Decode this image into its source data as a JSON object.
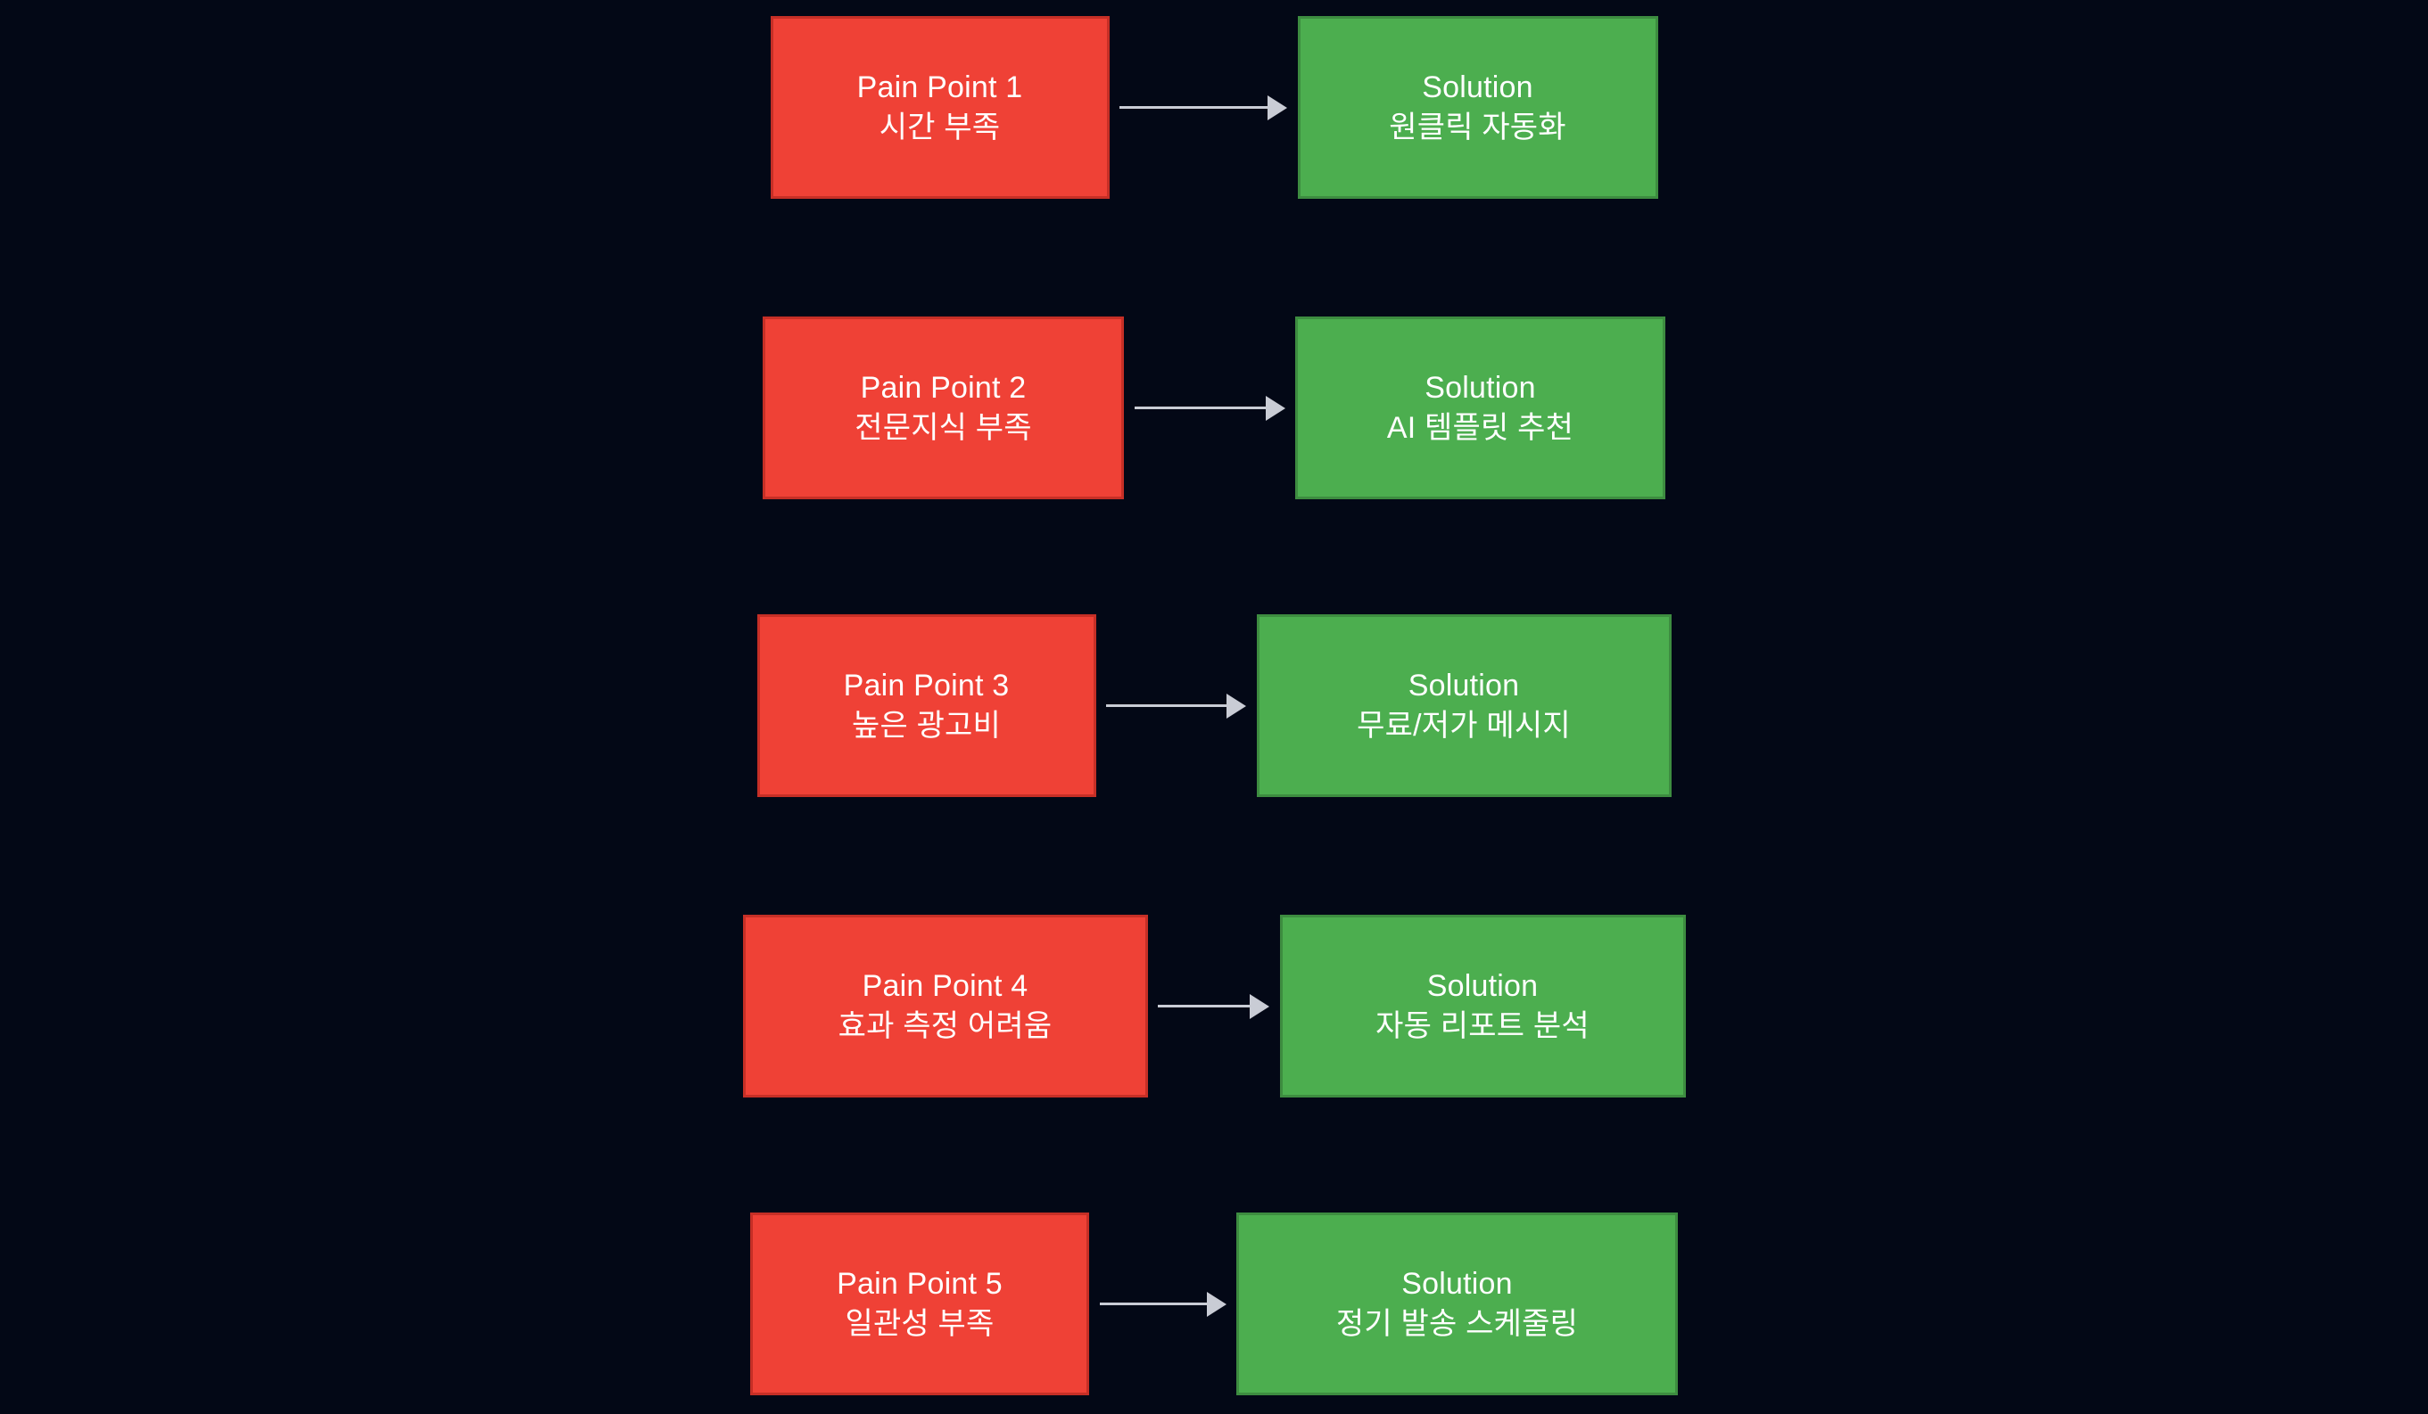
{
  "diagram": {
    "type": "flowchart",
    "direction": "left-to-right pairs, stacked vertically",
    "background_color": "#030816",
    "pain_color": "#ef4136",
    "pain_border_color": "#c62f26",
    "solution_color": "#4cae4f",
    "solution_border_color": "#3d8c40",
    "text_color": "#ffffff",
    "arrow_color": "#c9ccd5",
    "rows": [
      {
        "pain": {
          "title": "Pain Point 1",
          "detail": "시간 부족"
        },
        "arrow": "arrow-right-icon",
        "solution": {
          "title": "Solution",
          "detail": "원클릭 자동화"
        }
      },
      {
        "pain": {
          "title": "Pain Point 2",
          "detail": "전문지식 부족"
        },
        "arrow": "arrow-right-icon",
        "solution": {
          "title": "Solution",
          "detail": "AI 템플릿 추천"
        }
      },
      {
        "pain": {
          "title": "Pain Point 3",
          "detail": "높은 광고비"
        },
        "arrow": "arrow-right-icon",
        "solution": {
          "title": "Solution",
          "detail": "무료/저가 메시지"
        }
      },
      {
        "pain": {
          "title": "Pain Point 4",
          "detail": "효과 측정 어려움"
        },
        "arrow": "arrow-right-icon",
        "solution": {
          "title": "Solution",
          "detail": "자동 리포트 분석"
        }
      },
      {
        "pain": {
          "title": "Pain Point 5",
          "detail": "일관성 부족"
        },
        "arrow": "arrow-right-icon",
        "solution": {
          "title": "Solution",
          "detail": "정기 발송 스케줄링"
        }
      }
    ]
  }
}
